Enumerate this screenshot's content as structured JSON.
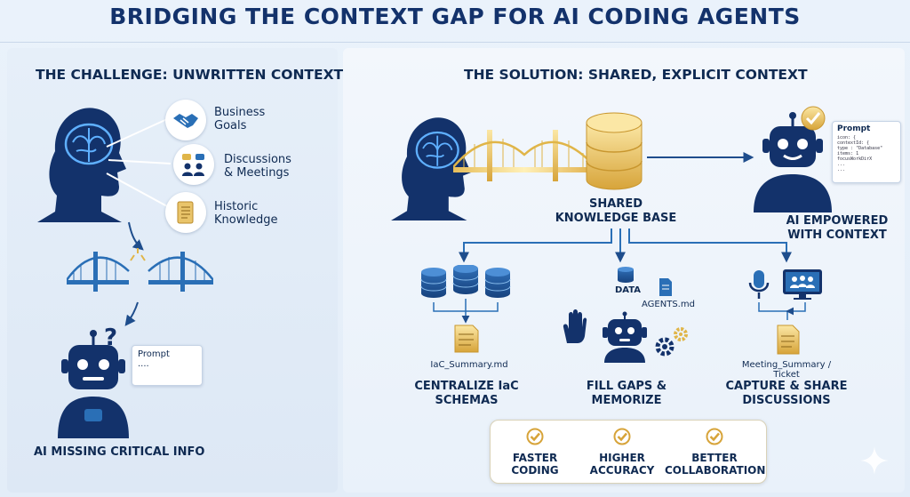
{
  "title": "BRIDGING THE CONTEXT GAP FOR AI CODING AGENTS",
  "challenge": {
    "heading": "THE CHALLENGE: UNWRITTEN CONTEXT",
    "sources": [
      {
        "label": "Business\nGoals"
      },
      {
        "label": "Discussions\n& Meetings"
      },
      {
        "label": "Historic\nKnowledge"
      }
    ],
    "prompt_bubble": {
      "title": "Prompt",
      "body": "...."
    },
    "robot_caption": "AI MISSING CRITICAL INFO"
  },
  "solution": {
    "heading": "THE SOLUTION: SHARED, EXPLICIT CONTEXT",
    "kb_label": "SHARED\nKNOWLEDGE BASE",
    "agent_caption": "AI EMPOWERED\nWITH CONTEXT",
    "prompt_bubble": {
      "title": "Prompt",
      "code": [
        "icon: {",
        "  contextId: {",
        "    type : \"Database\"",
        "    items: 1",
        "    focusWorkDirX",
        "  ...",
        "..."
      ]
    },
    "branches": [
      {
        "file": "IaC_Summary.md",
        "caption": "CENTRALIZE IaC\nSCHEMAS"
      },
      {
        "data_label": "DATA",
        "file": "AGENTS.md",
        "caption": "FILL GAPS &\nMEMORIZE"
      },
      {
        "file": "Meeting_Summary / Ticket",
        "caption": "CAPTURE & SHARE\nDISCUSSIONS"
      }
    ],
    "benefits": [
      "FASTER\nCODING",
      "HIGHER\nACCURACY",
      "BETTER\nCOLLABORATION"
    ]
  },
  "colors": {
    "navy": "#13326b",
    "blue": "#2a6fb6",
    "gold": "#e0b548",
    "light": "#eaf2fb"
  },
  "icons": [
    "brain-head-icon",
    "handshake-icon",
    "meeting-icon",
    "scroll-icon",
    "broken-bridge-icon",
    "robot-icon",
    "question-icon",
    "golden-bridge-icon",
    "database-icon",
    "checkmark-icon",
    "document-icon",
    "hand-icon",
    "gear-icon",
    "microphone-icon",
    "video-call-icon",
    "sparkle-icon"
  ]
}
